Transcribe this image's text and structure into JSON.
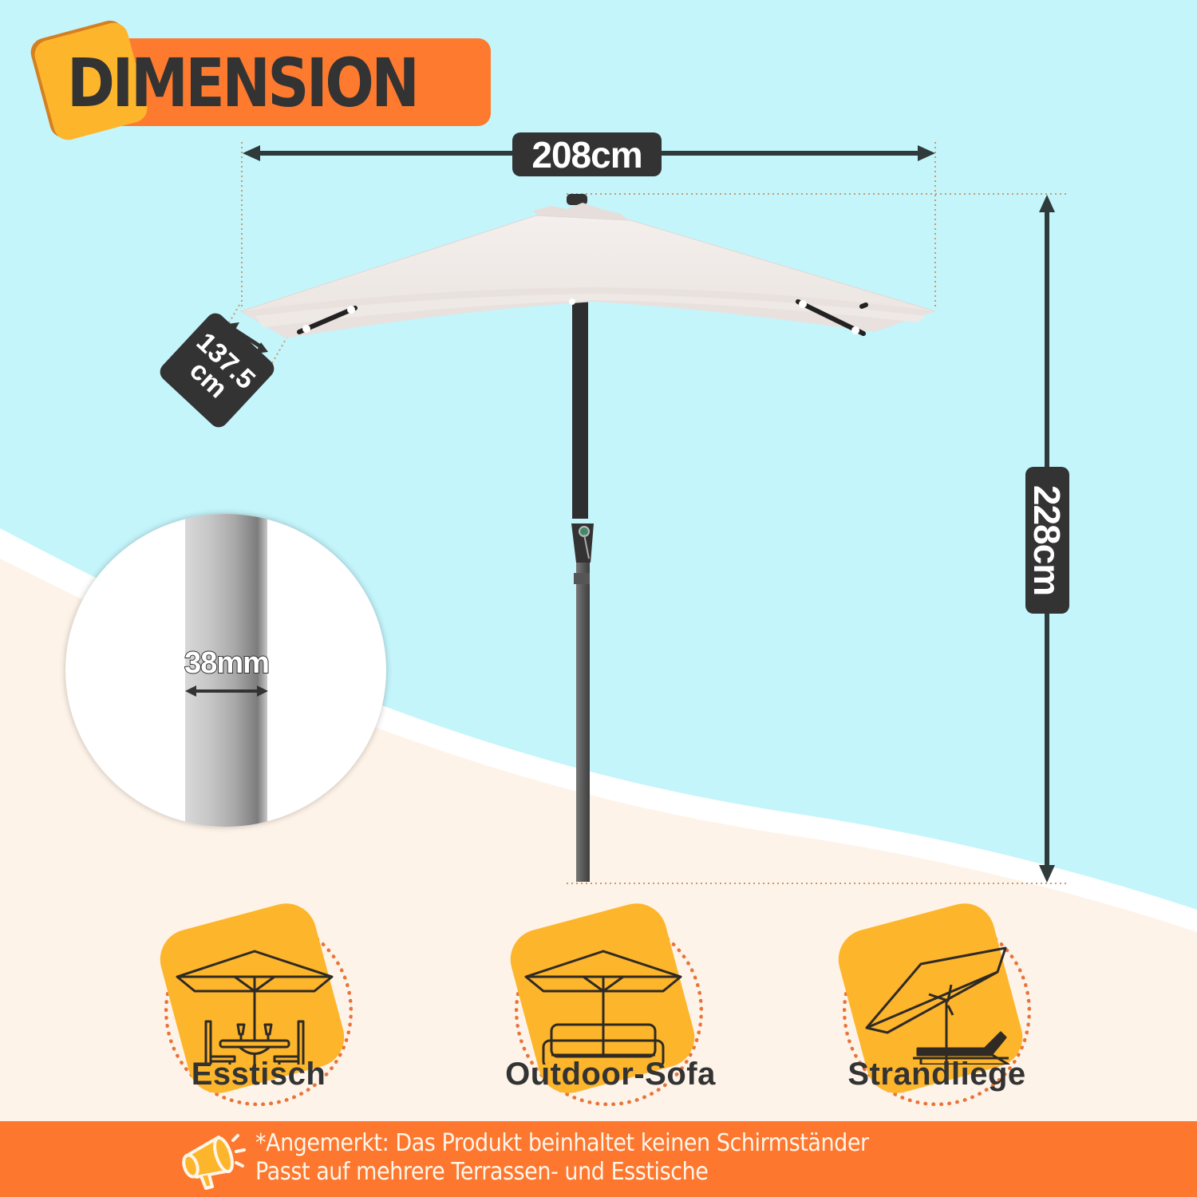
{
  "header": {
    "title": "DIMENSION"
  },
  "dimensions": {
    "width": "208cm",
    "height": "228cm",
    "depth_line1": "137.5",
    "depth_line2": "cm",
    "pole_diameter": "38mm"
  },
  "use_cases": [
    {
      "label": "Esstisch",
      "icon": "patio-dining-table-icon"
    },
    {
      "label": "Outdoor-Sofa",
      "icon": "patio-sofa-icon"
    },
    {
      "label": "Strandliege",
      "icon": "beach-lounger-icon"
    }
  ],
  "footer": {
    "icon": "megaphone-icon",
    "line1": "*Angemerkt: Das Produkt beinhaltet keinen Schirmständer",
    "line2": "Passt auf mehrere Terrassen- und Esstische"
  },
  "colors": {
    "sky": "#c4f5fb",
    "sand": "#fef3e8",
    "accent_orange": "#fd772f",
    "accent_yellow": "#fdb52b",
    "label_dark": "#333333",
    "canopy": "#f0e9e6"
  }
}
